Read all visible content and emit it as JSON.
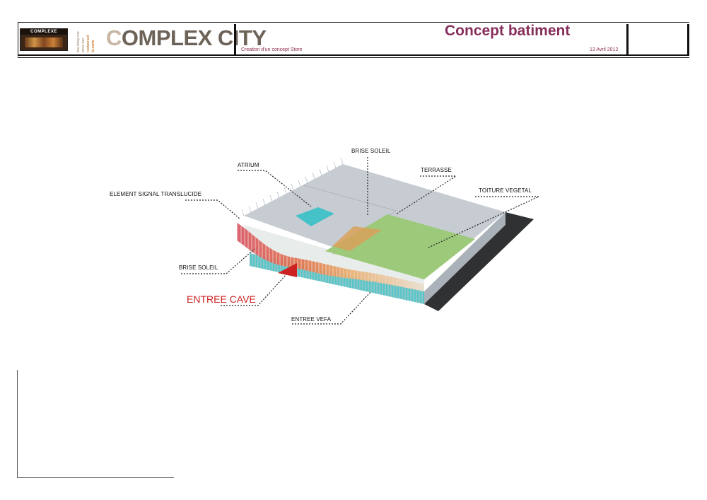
{
  "header": {
    "logo_text": "COMPLEXE",
    "sidebar_lines": [
      "tea shop rue",
      "wine bar",
      "restaurant",
      "la carte"
    ],
    "brand_part1": "C",
    "brand_part2": "OMPLEX CITY",
    "subtitle": "Creation d'un concept Store",
    "title": "Concept batiment",
    "date": "13 Avril 2012"
  },
  "diagram": {
    "labels": {
      "brise_soleil_top": "BRISE SOLEIL",
      "atrium": "ATRIUM",
      "terrasse": "TERRASSE",
      "element_signal": "ELEMENT SIGNAL TRANSLUCIDE",
      "toiture_vegetal": "TOITURE VEGETAL",
      "brise_soleil_left": "BRISE SOLEIL",
      "entree_cave": "ENTREE CAVE",
      "entree_vefa": "ENTREE VEFA"
    },
    "colors": {
      "roof": "#c7ccd2",
      "green_roof": "#9cc97a",
      "atrium": "#44c2c8",
      "terrace": "#d9a15a",
      "entrance_arrow": "#cc2222",
      "shadow": "#2f3133"
    }
  }
}
